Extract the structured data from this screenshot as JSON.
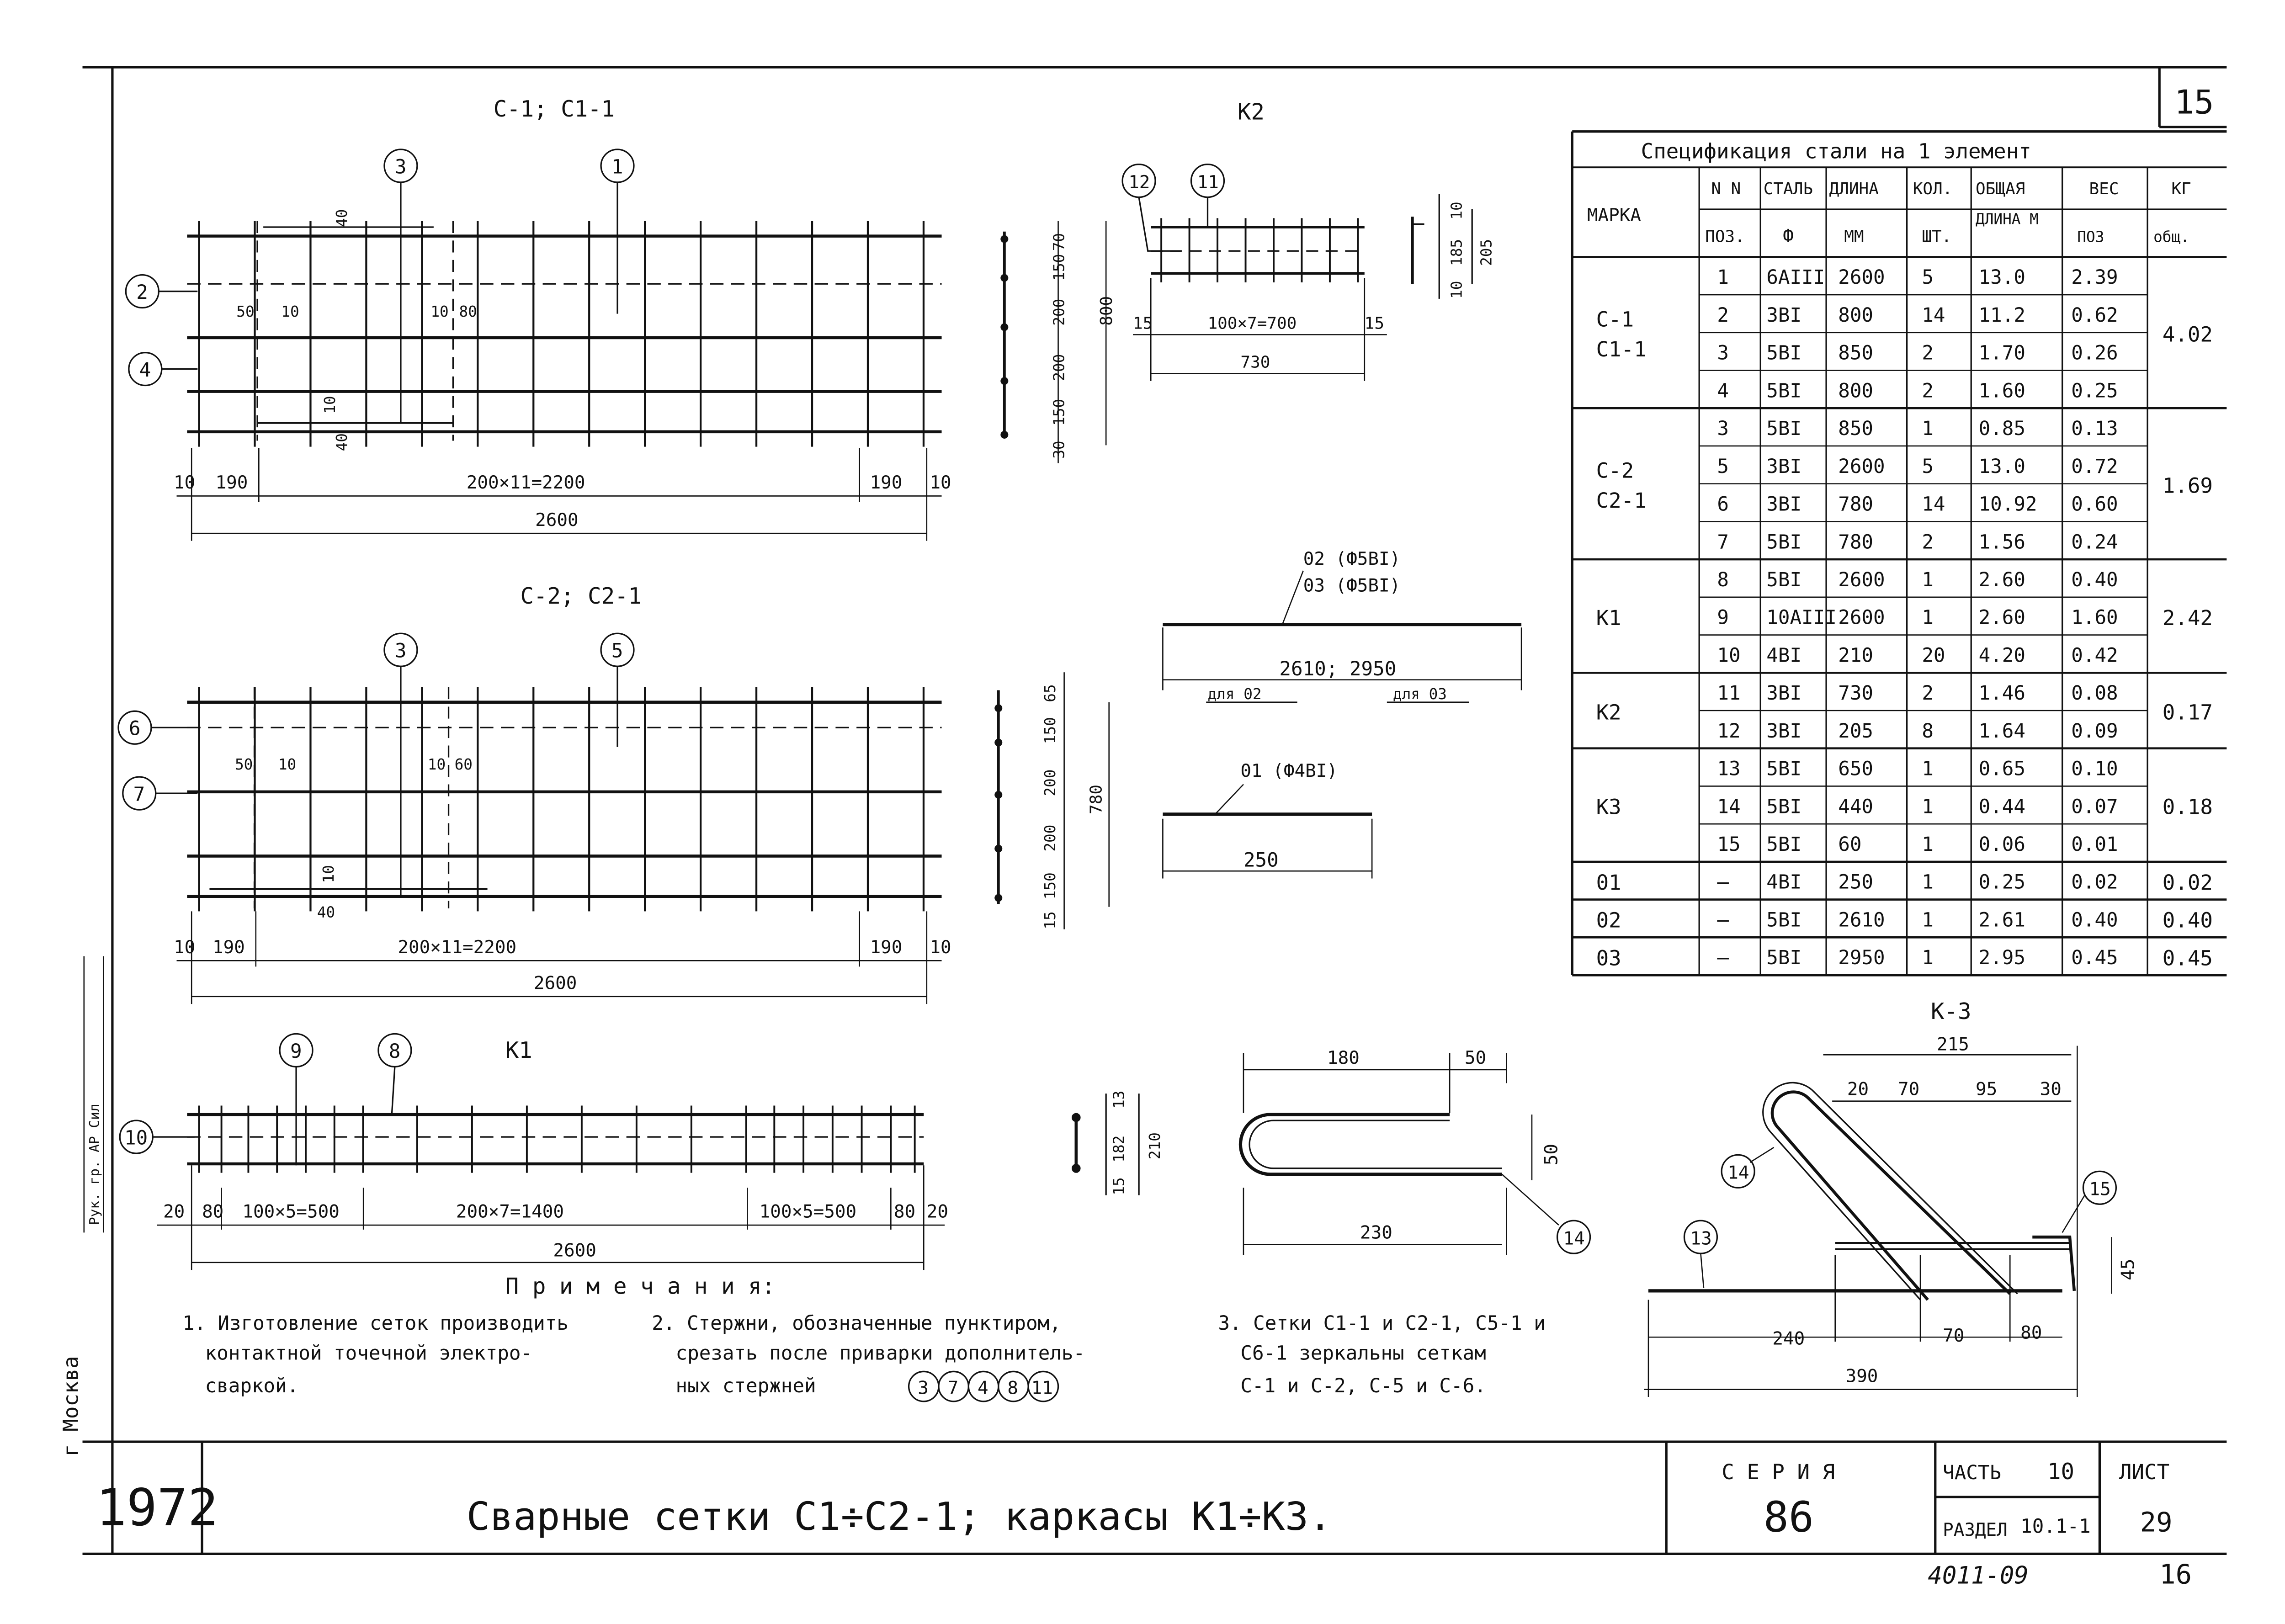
{
  "sheet": {
    "corner_number": "15",
    "year": "1972",
    "city": "г Москва",
    "side_stamp": "Рук. гр. АР Сил",
    "handwritten_bottom": "4011-09",
    "handwritten_page": "16"
  },
  "views": {
    "c1_title": "С-1; С1-1",
    "c2_title": "С-2; С2-1",
    "k1_title": "К1",
    "k2_title": "К2",
    "k3_title": "К-3"
  },
  "c1": {
    "callouts": [
      "3",
      "1",
      "2",
      "4"
    ],
    "dims": {
      "d40a": "40",
      "d50": "50",
      "d10a": "10",
      "d10b": "10",
      "d80": "80",
      "d10c": "10",
      "d40b": "40",
      "left10": "10",
      "left190": "190",
      "middle": "200×11=2200",
      "right190": "190",
      "right10": "10",
      "total": "2600"
    }
  },
  "c2": {
    "callouts": [
      "3",
      "5",
      "6",
      "7"
    ],
    "dims": {
      "d50": "50",
      "d10a": "10",
      "d10b": "10",
      "d60": "60",
      "d10c": "10",
      "d40": "40",
      "left10": "10",
      "left190": "190",
      "middle": "200×11=2200",
      "right190": "190",
      "right10": "10",
      "total": "2600"
    }
  },
  "k1": {
    "callouts": [
      "9",
      "8",
      "10"
    ],
    "dims": {
      "l20": "20",
      "l80": "80",
      "l500": "100×5=500",
      "m1400": "200×7=1400",
      "r500": "100×5=500",
      "r80": "80",
      "r20": "20",
      "total": "2600"
    },
    "section": {
      "d13": "13",
      "d182": "182",
      "d15": "15",
      "d210": "210"
    }
  },
  "k2": {
    "callouts": [
      "12",
      "11"
    ],
    "dims": {
      "l15": "15",
      "m700": "100×7=700",
      "r15": "15",
      "total": "730",
      "s70": "70",
      "s150a": "150",
      "s200a": "200",
      "s200b": "200",
      "s150b": "150",
      "s30": "30",
      "s800": "800",
      "r10a": "10",
      "r185": "185",
      "r10b": "10",
      "r205": "205"
    }
  },
  "bars": {
    "b02_label": "02 (Ф5ВI)",
    "b03_label": "03 (Ф5ВI)",
    "b0203_len": "2610; 2950",
    "for02": "для 02",
    "for03": "для 03",
    "b01_label": "01 (Ф4ВI)",
    "b01_len": "250",
    "c7_dims": {
      "d65": "65",
      "d150a": "150",
      "d200a": "200",
      "d200b": "200",
      "d150b": "150",
      "d15": "15",
      "d780": "780"
    }
  },
  "hook14": {
    "d180": "180",
    "d50a": "50",
    "d50b": "50",
    "d230": "230",
    "callout": "14"
  },
  "k3": {
    "dims": {
      "d215": "215",
      "d20": "20",
      "d70a": "70",
      "d95": "95",
      "d30": "30",
      "d45": "45",
      "d240": "240",
      "d70b": "70",
      "d80": "80",
      "d390": "390"
    },
    "callouts": [
      "14",
      "15",
      "13"
    ]
  },
  "spec": {
    "title": "Спецификация стали на 1 элемент",
    "headers": {
      "mark": "МАРКА",
      "nn": "N N",
      "poz": "ПОЗ.",
      "steel": "СТАЛЬ",
      "phi": "Ф",
      "length": "ДЛИНА",
      "mm": "ММ",
      "qty": "КОЛ.",
      "sht": "ШТ.",
      "total_len": "ОБЩАЯ",
      "total_len2": "ДЛИНА М",
      "weight": "ВЕС",
      "kg": "КГ",
      "poz_w": "ПОЗ",
      "total_w": "общ."
    },
    "rows": [
      {
        "poz": "1",
        "steel": "6АIII",
        "len": "2600",
        "qty": "5",
        "tlen": "13.0",
        "w": "2.39"
      },
      {
        "poz": "2",
        "steel": "3ВI",
        "len": "800",
        "qty": "14",
        "tlen": "11.2",
        "w": "0.62"
      },
      {
        "poz": "3",
        "steel": "5ВI",
        "len": "850",
        "qty": "2",
        "tlen": "1.70",
        "w": "0.26"
      },
      {
        "poz": "4",
        "steel": "5ВI",
        "len": "800",
        "qty": "2",
        "tlen": "1.60",
        "w": "0.25"
      },
      {
        "poz": "3",
        "steel": "5ВI",
        "len": "850",
        "qty": "1",
        "tlen": "0.85",
        "w": "0.13"
      },
      {
        "poz": "5",
        "steel": "3ВI",
        "len": "2600",
        "qty": "5",
        "tlen": "13.0",
        "w": "0.72"
      },
      {
        "poz": "6",
        "steel": "3ВI",
        "len": "780",
        "qty": "14",
        "tlen": "10.92",
        "w": "0.60"
      },
      {
        "poz": "7",
        "steel": "5ВI",
        "len": "780",
        "qty": "2",
        "tlen": "1.56",
        "w": "0.24"
      },
      {
        "poz": "8",
        "steel": "5ВI",
        "len": "2600",
        "qty": "1",
        "tlen": "2.60",
        "w": "0.40"
      },
      {
        "poz": "9",
        "steel": "10АIII",
        "len": "2600",
        "qty": "1",
        "tlen": "2.60",
        "w": "1.60"
      },
      {
        "poz": "10",
        "steel": "4ВI",
        "len": "210",
        "qty": "20",
        "tlen": "4.20",
        "w": "0.42"
      },
      {
        "poz": "11",
        "steel": "3ВI",
        "len": "730",
        "qty": "2",
        "tlen": "1.46",
        "w": "0.08"
      },
      {
        "poz": "12",
        "steel": "3ВI",
        "len": "205",
        "qty": "8",
        "tlen": "1.64",
        "w": "0.09"
      },
      {
        "poz": "13",
        "steel": "5ВI",
        "len": "650",
        "qty": "1",
        "tlen": "0.65",
        "w": "0.10"
      },
      {
        "poz": "14",
        "steel": "5ВI",
        "len": "440",
        "qty": "1",
        "tlen": "0.44",
        "w": "0.07"
      },
      {
        "poz": "15",
        "steel": "5ВI",
        "len": "60",
        "qty": "1",
        "tlen": "0.06",
        "w": "0.01"
      },
      {
        "poz": "—",
        "steel": "4ВI",
        "len": "250",
        "qty": "1",
        "tlen": "0.25",
        "w": "0.02"
      },
      {
        "poz": "—",
        "steel": "5ВI",
        "len": "2610",
        "qty": "1",
        "tlen": "2.61",
        "w": "0.40"
      },
      {
        "poz": "—",
        "steel": "5ВI",
        "len": "2950",
        "qty": "1",
        "tlen": "2.95",
        "w": "0.45"
      }
    ],
    "groups": [
      {
        "mark1": "С-1",
        "mark2": "С1-1",
        "total": "4.02"
      },
      {
        "mark1": "С-2",
        "mark2": "С2-1",
        "total": "1.69"
      },
      {
        "mark1": "К1",
        "mark2": "",
        "total": "2.42"
      },
      {
        "mark1": "К2",
        "mark2": "",
        "total": "0.17"
      },
      {
        "mark1": "К3",
        "mark2": "",
        "total": "0.18"
      },
      {
        "mark1": "01",
        "mark2": "",
        "total": "0.02"
      },
      {
        "mark1": "02",
        "mark2": "",
        "total": "0.40"
      },
      {
        "mark1": "03",
        "mark2": "",
        "total": "0.45"
      }
    ]
  },
  "notes": {
    "title": "П р и м е ч а н и я:",
    "n1_l1": "1. Изготовление сеток производить",
    "n1_l2": "контактной точечной электро-",
    "n1_l3": "сваркой.",
    "n2_l1": "2. Стержни, обозначенные пунктиром,",
    "n2_l2": "срезать после приварки дополнитель-",
    "n2_l3": "ных стержней",
    "n2_circles": [
      "3",
      "7",
      "4",
      "8",
      "11"
    ],
    "n3_l1": "3. Сетки С1-1 и С2-1, С5-1 и",
    "n3_l2": "С6-1 зеркальны сеткам",
    "n3_l3": "С-1 и С-2, С-5 и С-6."
  },
  "title_block": {
    "main": "Сварные сетки С1÷С2-1; каркасы К1÷К3.",
    "series_label": "С Е Р И Я",
    "series": "86",
    "part_label": "ЧАСТЬ",
    "part": "10",
    "section_label": "РАЗДЕЛ",
    "section": "10.1-1",
    "sheet_label": "ЛИСТ",
    "sheet": "29"
  }
}
